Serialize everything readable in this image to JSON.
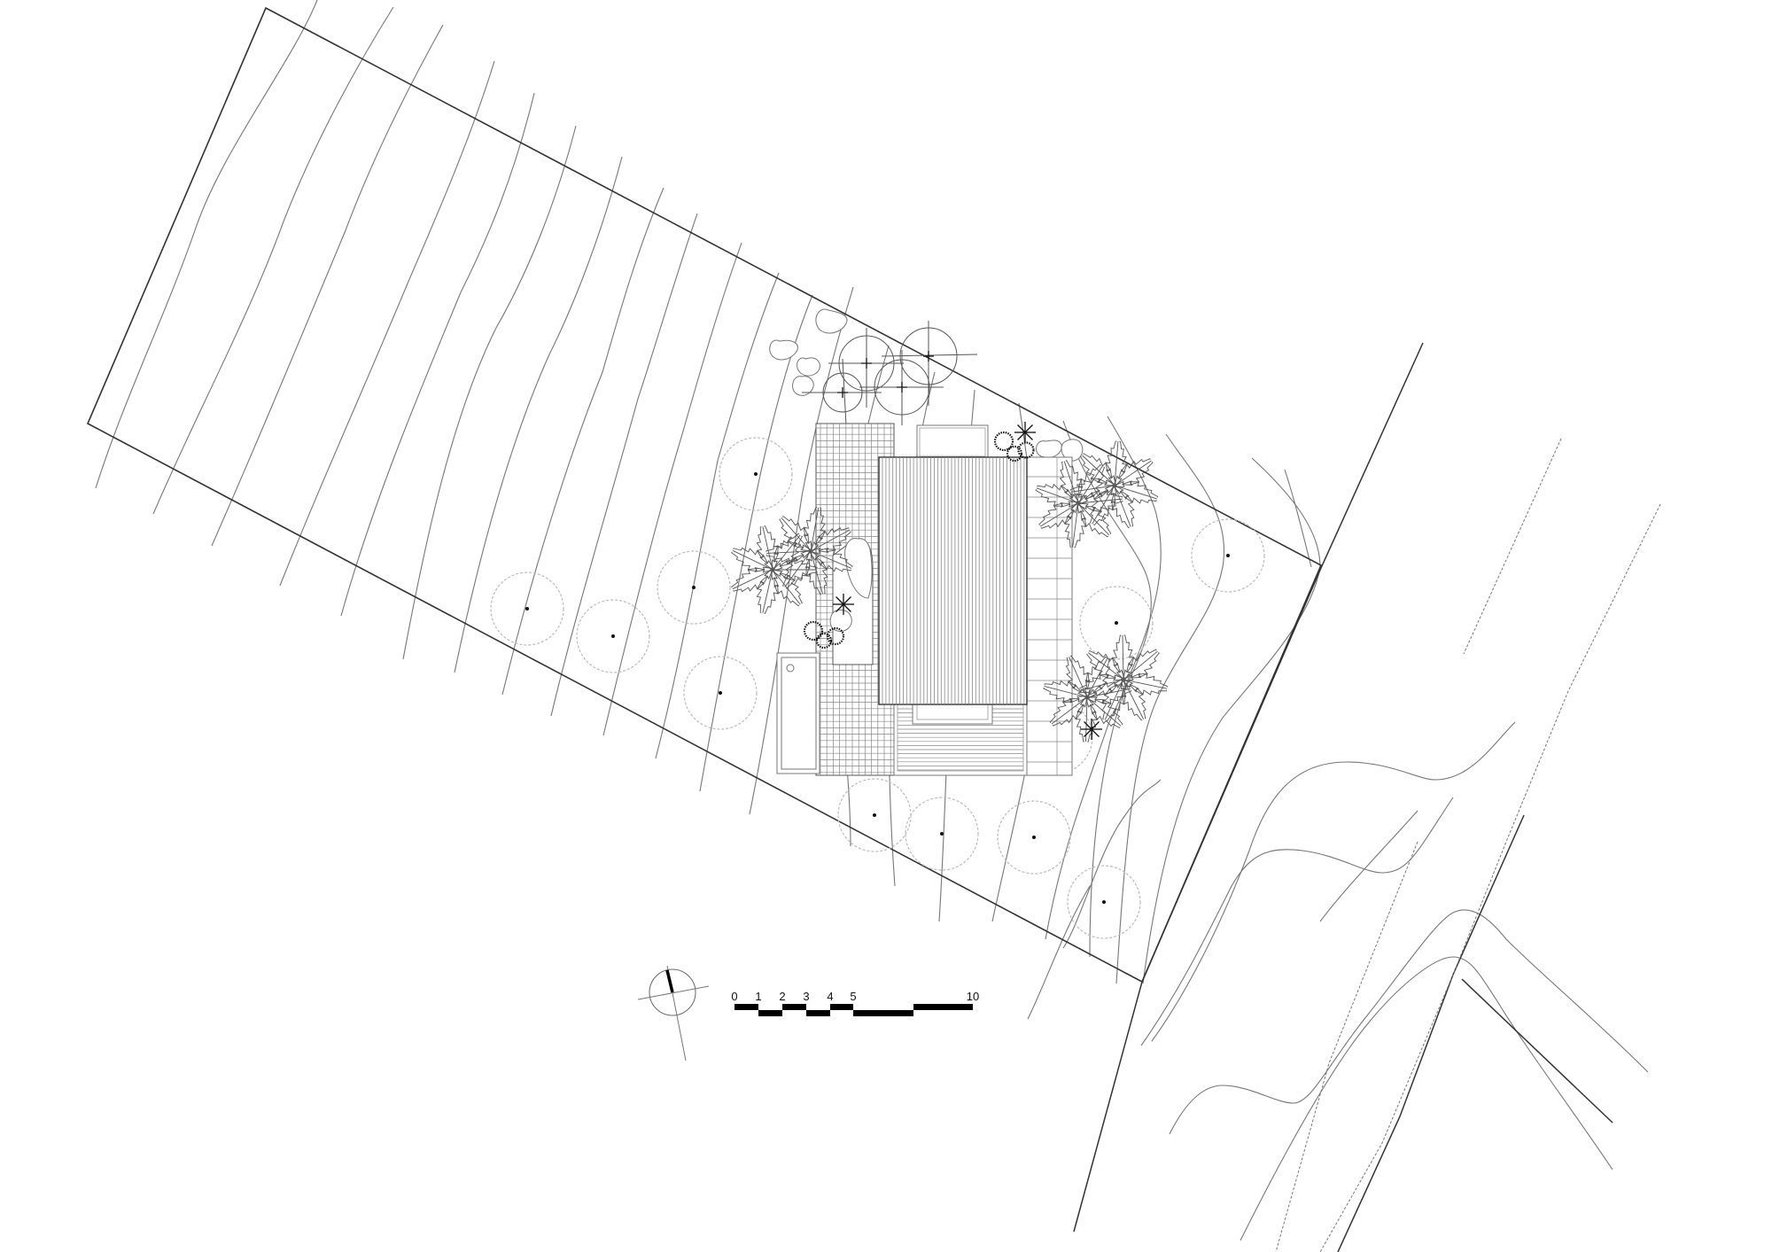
{
  "drawing": {
    "type": "site plan",
    "north_arrow": {
      "label": ""
    },
    "scale_bar": {
      "labels": [
        "0",
        "1",
        "2",
        "3",
        "4",
        "5",
        "10"
      ],
      "unit": ""
    }
  },
  "elements": {
    "site_boundary": "site-boundary",
    "building_roof": "roof-with-vertical-cladding",
    "west_terrace": "tiled-terrace",
    "south_deck": "timber-deck",
    "east_terrace": "tiled-terrace-east",
    "pool": "lap-pool",
    "road": "road-edges-with-centerline",
    "contours": "topographic-contour-lines",
    "trees_existing": "dashed-canopy-trees",
    "trees_new": "crosshair-canopy-trees",
    "palms": "palm-trees",
    "shrubs": "shrub-groups"
  },
  "colors": {
    "line": "#333333",
    "contour": "#777777",
    "tree_dashed": "#bbbbbb",
    "fill": "#111111",
    "background": "#ffffff"
  }
}
